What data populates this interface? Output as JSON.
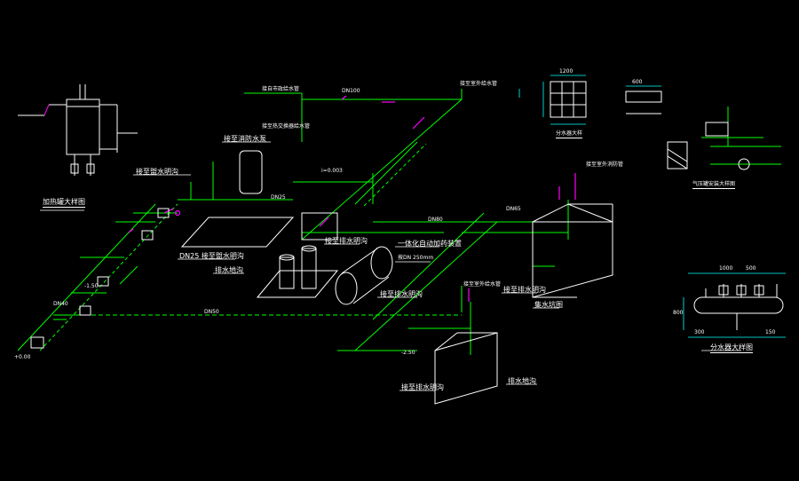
{
  "colors": {
    "background": "#000000",
    "pipe": "#00ff00",
    "equipment": "#ffffff",
    "pipe_alt": "#ff00ff",
    "dim": "#00ffff",
    "text": "#ffffff"
  },
  "labels": {
    "heater_detail": "加热罐大样图",
    "outlet_left": "接至盥水明沟",
    "outlet_mid": "DN25 接至盥水明沟",
    "drain_center": "接至排水明沟",
    "pump_pit": "排水地沟",
    "softener": "一体化自动加药装置",
    "softener_sub": "按DN 250mm",
    "drain_right": "接至排水明沟",
    "pit_right": "集水坑图",
    "drain_bottom": "接至排水明沟",
    "pit_bottom": "排水地沟",
    "valve_detail": "分水器大样图",
    "small_detail": "分水器大样",
    "right_top_detail": "气压罐安装大样图",
    "note_top1": "接自市政给水管",
    "note_top2": "接至室外给水管",
    "note_top3": "接至热交换器给水管",
    "note_mid": "接至消防水泵",
    "note_right": "接至室外消防管",
    "note_bottom_center": "接至室外给水管"
  },
  "dims": [
    "DN100",
    "DN80",
    "DN65",
    "DN50",
    "DN40",
    "DN25",
    "1200",
    "1000",
    "800",
    "600",
    "500",
    "300",
    "150",
    "+0.00",
    "-1.50",
    "-2.50",
    "i=0.003"
  ]
}
